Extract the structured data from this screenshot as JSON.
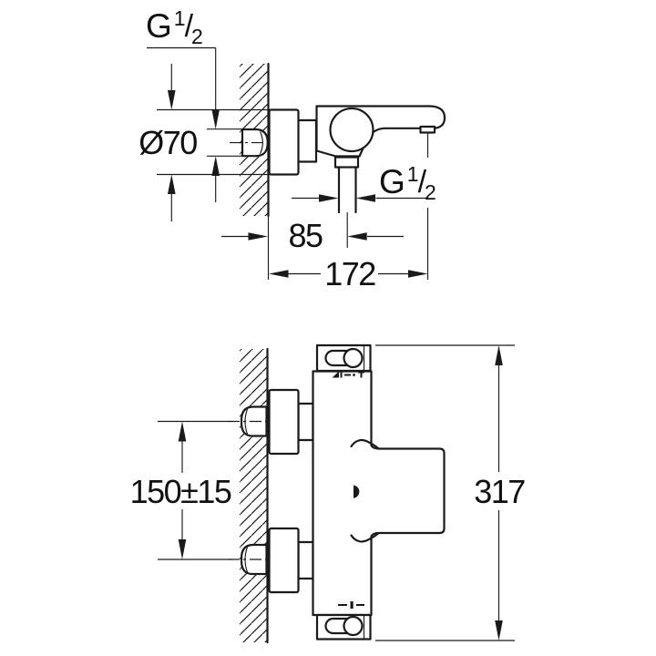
{
  "figure": {
    "type": "technical-dimension-drawing",
    "subject": "wall-mounted thermostatic bath/shower mixer, two side views with installation dimensions",
    "colors": {
      "line": "#1a1a1a",
      "background": "#ffffff"
    },
    "views": [
      {
        "id": "top_view",
        "name": "upper view - mixer with spout, side elevation",
        "labels": {
          "wall_thread": {
            "prefix": "G",
            "numerator": "1",
            "slash": "/",
            "denominator": "2"
          },
          "escutcheon_diameter": "Ø70",
          "outlet_thread": {
            "prefix": "G",
            "numerator": "1",
            "slash": "/",
            "denominator": "2"
          },
          "wall_to_outlet_center": "85",
          "wall_to_spout_end": "172"
        }
      },
      {
        "id": "bottom_view",
        "name": "lower view - mixer body, side elevation",
        "labels": {
          "inlet_spacing": "150±15",
          "overall_height": "317"
        }
      }
    ]
  }
}
